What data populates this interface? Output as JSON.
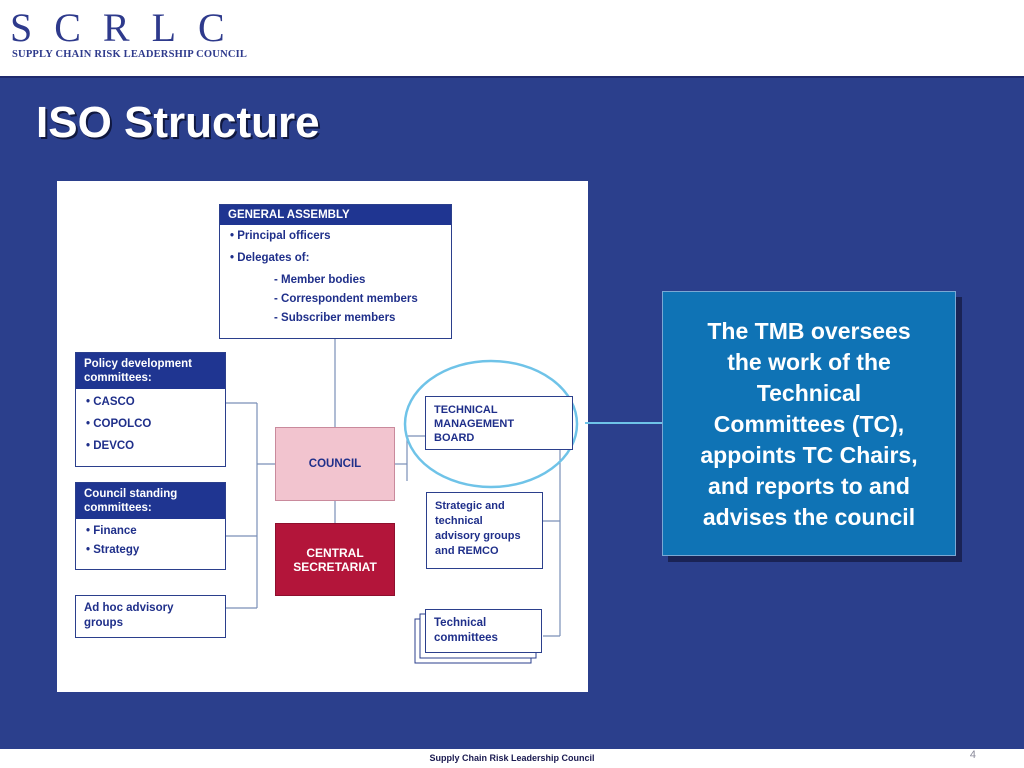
{
  "header": {
    "logo_letters": "SCRLC",
    "logo_subtitle": "SUPPLY CHAIN RISK LEADERSHIP COUNCIL"
  },
  "slide": {
    "title": "ISO Structure"
  },
  "diagram": {
    "general_assembly": {
      "heading": "GENERAL ASSEMBLY",
      "items": [
        "• Principal officers",
        "• Delegates of:"
      ],
      "subitems": [
        "- Member bodies",
        "- Correspondent members",
        "- Subscriber members"
      ]
    },
    "policy_committees": {
      "heading_line1": "Policy development",
      "heading_line2": "committees:",
      "items": [
        "• CASCO",
        "• COPOLCO",
        "• DEVCO"
      ]
    },
    "council_standing": {
      "heading_line1": "Council standing",
      "heading_line2": "committees:",
      "items": [
        "• Finance",
        "• Strategy"
      ]
    },
    "ad_hoc": {
      "line1": "Ad hoc advisory",
      "line2": "groups"
    },
    "council": {
      "label": "COUNCIL"
    },
    "central_secretariat": {
      "line1": "CENTRAL",
      "line2": "SECRETARIAT"
    },
    "tmb": {
      "line1": "TECHNICAL",
      "line2": "MANAGEMENT",
      "line3": "BOARD"
    },
    "strategic": {
      "line1": "Strategic and",
      "line2": "technical",
      "line3": "advisory groups",
      "line4": "and REMCO"
    },
    "technical_committees": {
      "line1": "Technical",
      "line2": "committees"
    },
    "colors": {
      "council_fill": "#f2c4cf",
      "secretariat_fill": "#b3153a",
      "header_fill": "#1f3591",
      "highlight_circle": "#6fc3e8"
    }
  },
  "callout": {
    "lines": [
      "The TMB oversees",
      "the work of the",
      "Technical",
      "Committees (TC),",
      "appoints TC Chairs,",
      "and reports to and",
      "advises the council"
    ]
  },
  "footer": {
    "text": "Supply Chain Risk Leadership Council",
    "page": "4"
  }
}
